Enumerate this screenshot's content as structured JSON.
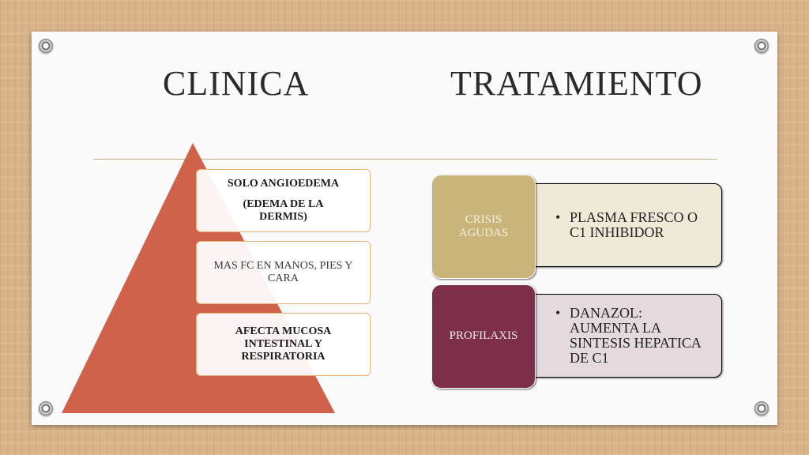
{
  "titles": {
    "left": "CLINICA",
    "right": "TRATAMIENTO"
  },
  "pyramid": {
    "color": "#d0614a",
    "levels": [
      {
        "lines": [
          "SOLO ANGIOEDEMA",
          "(EDEMA DE LA DERMIS)"
        ],
        "bold": true
      },
      {
        "lines": [
          "MAS FC EN MANOS, PIES Y CARA"
        ],
        "bold": false
      },
      {
        "lines": [
          "AFECTA MUCOSA INTESTINAL Y RESPIRATORIA"
        ],
        "bold": true
      }
    ]
  },
  "treatment": [
    {
      "label": "CRISIS AGUDAS",
      "label_color": "#c9b57a",
      "label_text_color": "#f4efdf",
      "detail": "PLASMA FRESCO O C1 INHIBIDOR",
      "detail_bg": "#efe9d8"
    },
    {
      "label": "PROFILAXIS",
      "label_color": "#7d2f49",
      "label_text_color": "#f3e6ea",
      "detail": "DANAZOL: AUMENTA LA SINTESIS HEPATICA DE C1",
      "detail_bg": "#e4dadd"
    }
  ]
}
